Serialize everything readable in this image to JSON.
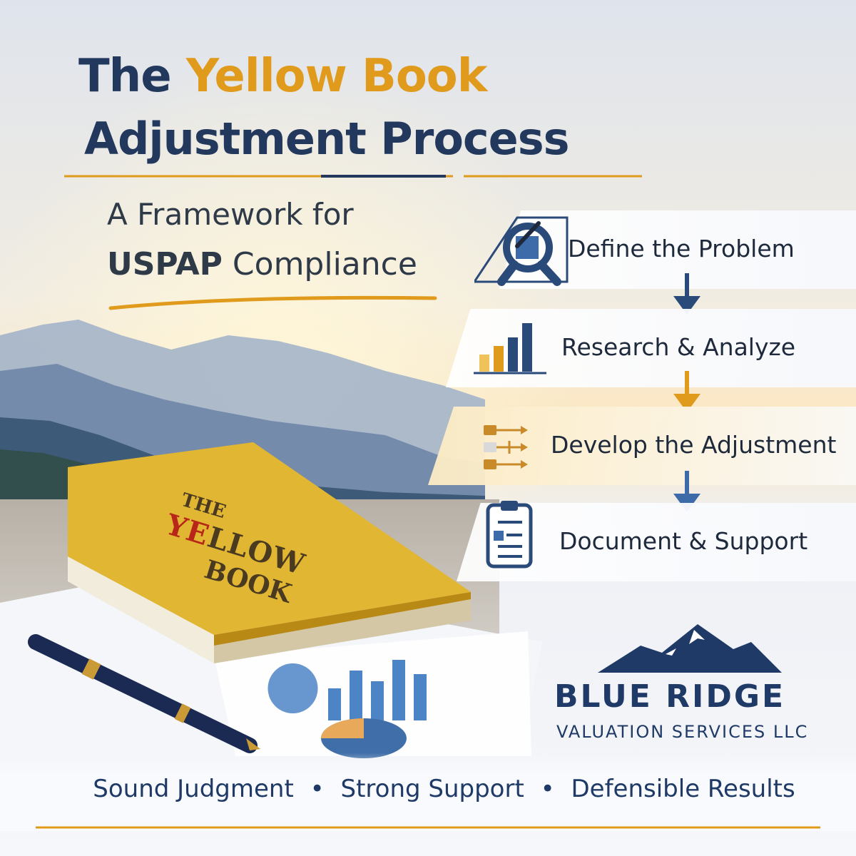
{
  "header": {
    "title_prefix": "The ",
    "title_accent": "Yellow Book",
    "title_line2": "Adjustment Process",
    "subtitle_line1": "A Framework for",
    "subtitle_bold": "USPAP",
    "subtitle_rest": " Compliance"
  },
  "book": {
    "line1": "THE",
    "line2_a": "YE",
    "line2_b": "LLOW",
    "line3": "BOOK"
  },
  "steps": [
    {
      "label": "Define the Problem",
      "icon": "magnifier-check-icon"
    },
    {
      "label": "Research & Analyze",
      "icon": "bar-chart-icon"
    },
    {
      "label": "Develop the Adjustment",
      "icon": "adjustment-arrows-icon"
    },
    {
      "label": "Document & Support",
      "icon": "clipboard-icon"
    }
  ],
  "brand": {
    "name": "BLUE RIDGE",
    "sub": "VALUATION SERVICES LLC"
  },
  "tagline": {
    "part1": "Sound Judgment",
    "sep": "•",
    "part2": "Strong Support",
    "part3": "Defensible Results"
  },
  "colors": {
    "navy": "#22385c",
    "gold": "#e09a1c",
    "blue_accent": "#3d6aa8"
  }
}
